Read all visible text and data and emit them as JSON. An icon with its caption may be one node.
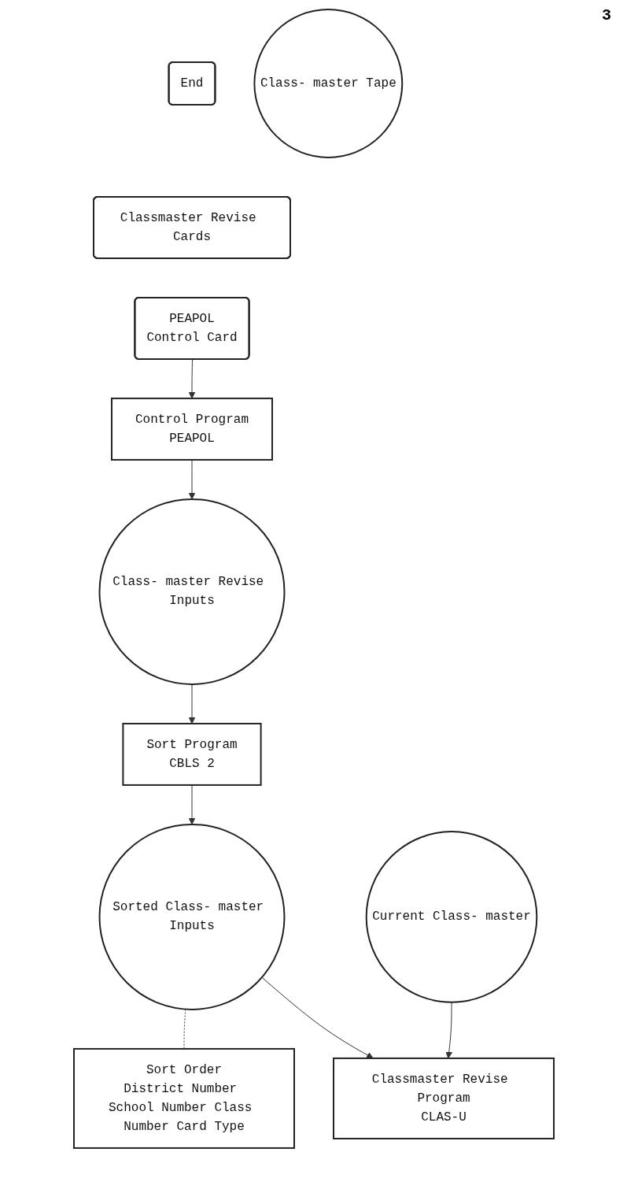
{
  "diagram": {
    "nodes": [
      {
        "text": [
          "End"
        ]
      },
      {
        "text": [
          "Classmaster Revise Cards"
        ]
      },
      {
        "text": [
          "PEAPOL",
          "Control Card"
        ]
      },
      {
        "text": [
          "Control Program",
          "PEAPOL"
        ]
      },
      {
        "text": [
          "Class- master Revise Inputs"
        ]
      },
      {
        "text": [
          "Sort Program",
          "CBLS 2"
        ]
      },
      {
        "text": [
          "Sorted Class- master Inputs"
        ]
      },
      {
        "text": [
          "Sort Order",
          "District Number School Number Class Number Card Type"
        ]
      },
      {
        "text": [
          "Current Class- master"
        ]
      },
      {
        "text": [
          "Classmaster Revise Program",
          "CLAS-U"
        ]
      },
      {
        "text": [
          "Class- master Tape"
        ]
      }
    ],
    "edges": [
      {
        "from": 2,
        "to": 3,
        "arrow": "to"
      },
      {
        "from": 3,
        "to": 4,
        "arrow": "to"
      },
      {
        "from": 4,
        "to": 5,
        "arrow": "to"
      },
      {
        "from": 5,
        "to": 6,
        "arrow": "to"
      },
      {
        "from": 6,
        "to": 9,
        "arrow": "to"
      },
      {
        "from": 8,
        "to": 9,
        "arrow": "to"
      },
      {
        "from": 6,
        "to": 7,
        "arrow": "none",
        "style": "dashed"
      }
    ],
    "labels": [
      "3"
    ]
  }
}
